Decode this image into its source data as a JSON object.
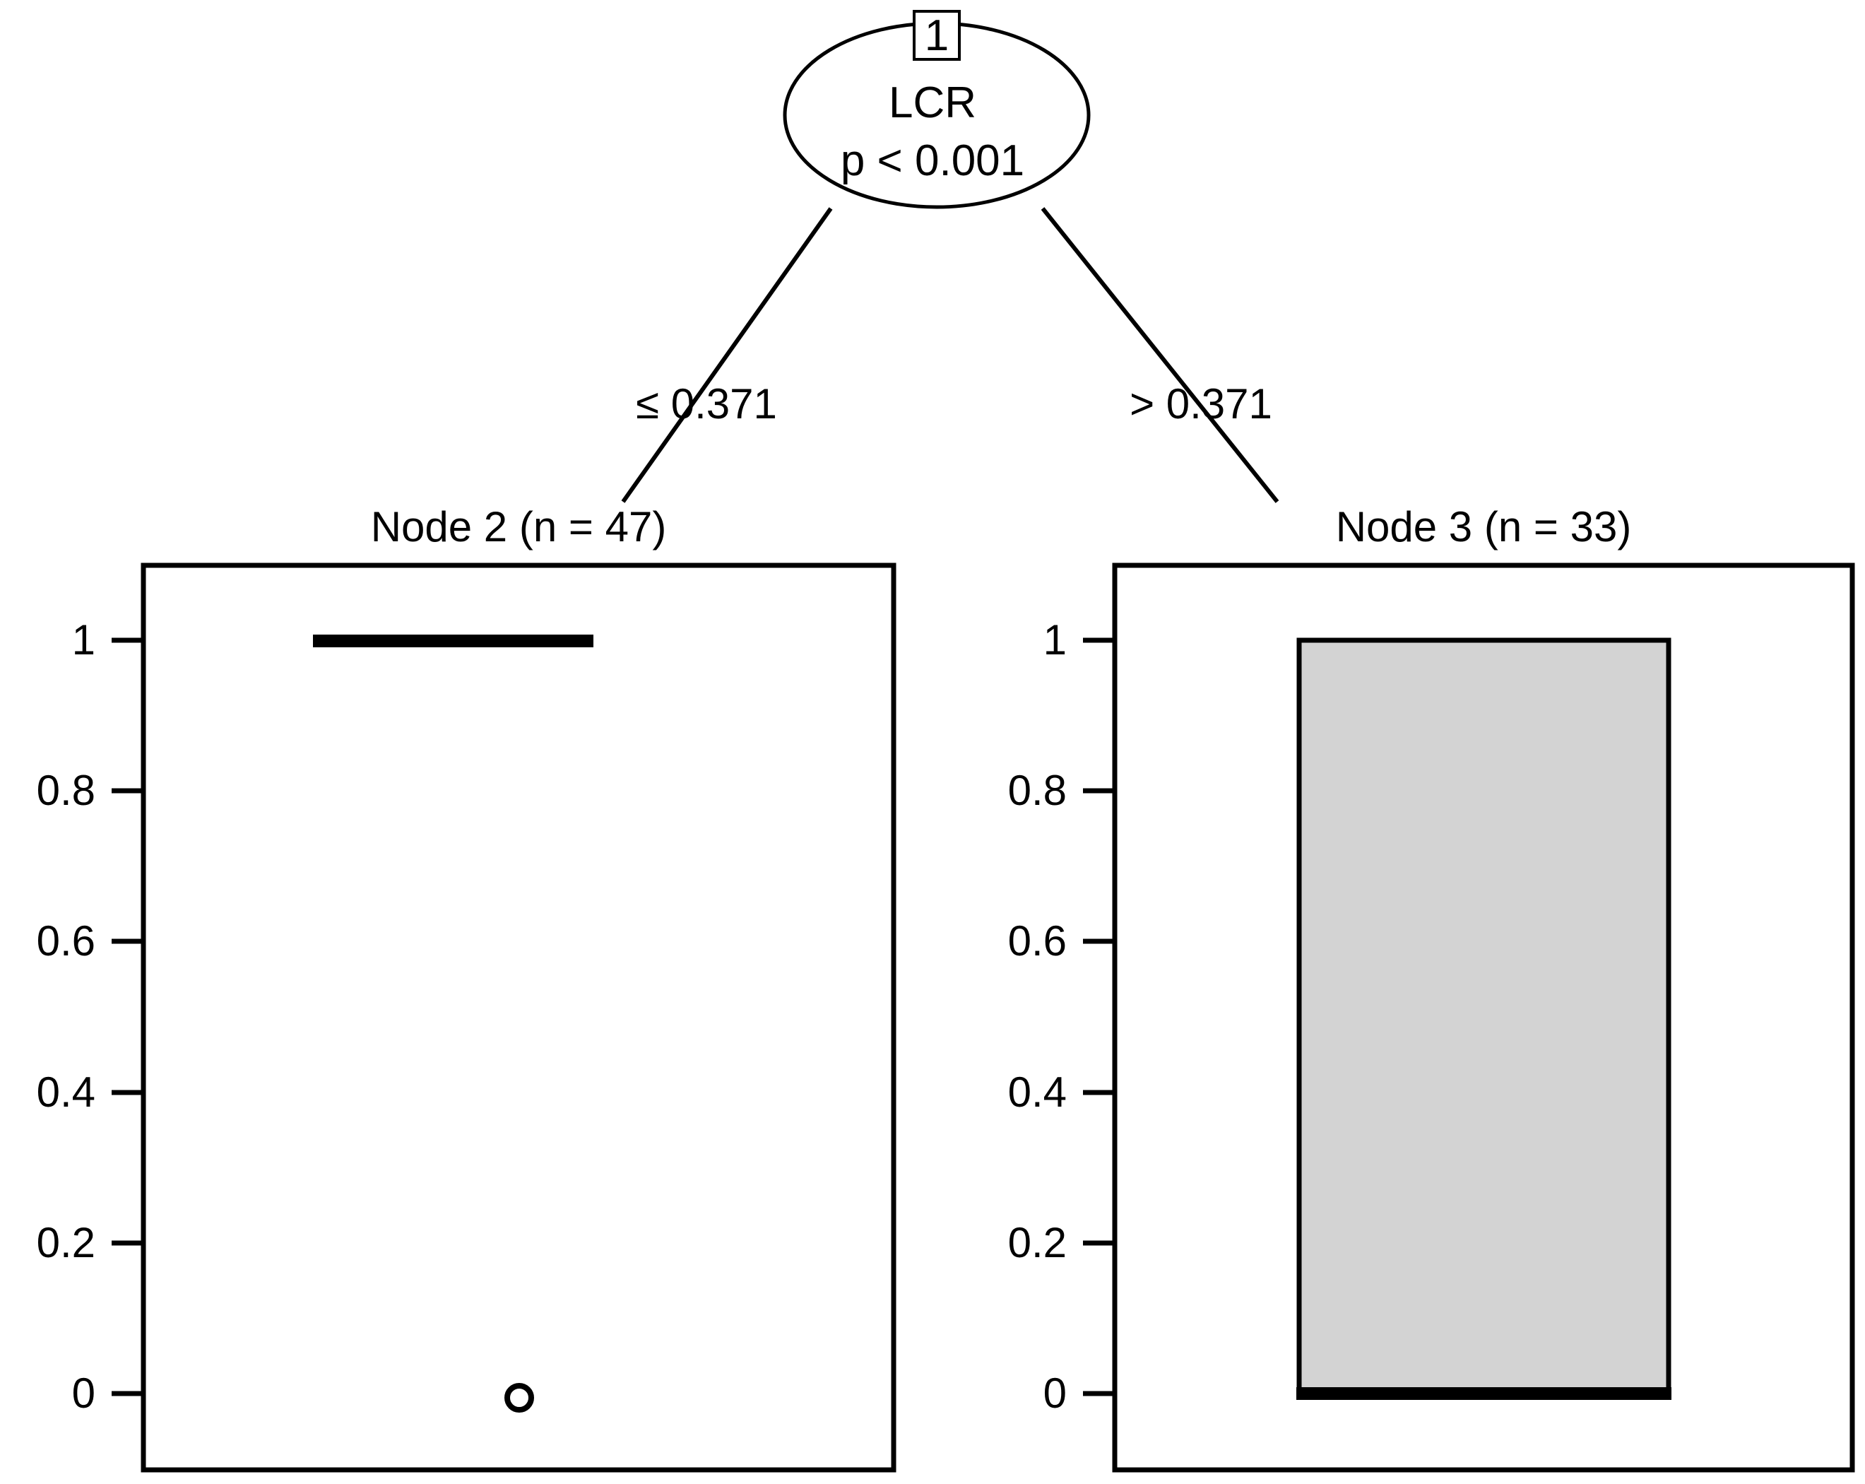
{
  "chart_data": {
    "type": "table",
    "plot_kind": "conditional-inference-decision-tree-with-boxplots",
    "title": "",
    "root": {
      "id": "1",
      "variable": "LCR",
      "p_value_text": "p < 0.001",
      "split_value": 0.371,
      "edges": [
        {
          "label": "≤ 0.371",
          "to_node": "2"
        },
        {
          "label": "> 0.371",
          "to_node": "3"
        }
      ]
    },
    "terminal_nodes": [
      {
        "id": "2",
        "title": "Node 2 (n = 47)",
        "n": 47,
        "panel_type": "boxplot",
        "yaxis": {
          "ticks": [
            "1",
            "0.8",
            "0.6",
            "0.4",
            "0.2",
            "0"
          ],
          "tick_values": [
            1,
            0.8,
            0.6,
            0.4,
            0.2,
            0
          ],
          "ylim": [
            0,
            1
          ]
        },
        "box": {
          "lower_whisker": 1,
          "q1": 1,
          "median": 1,
          "q3": 1,
          "upper_whisker": 1
        },
        "outliers": [
          0
        ]
      },
      {
        "id": "3",
        "title": "Node 3 (n = 33)",
        "n": 33,
        "panel_type": "boxplot",
        "yaxis": {
          "ticks": [
            "1",
            "0.8",
            "0.6",
            "0.4",
            "0.2",
            "0"
          ],
          "tick_values": [
            1,
            0.8,
            0.6,
            0.4,
            0.2,
            0
          ],
          "ylim": [
            0,
            1
          ]
        },
        "box": {
          "lower_whisker": 0,
          "q1": 0,
          "median": 0,
          "q3": 1,
          "upper_whisker": 1
        },
        "outliers": []
      }
    ],
    "colors": {
      "box_fill": "#d3d3d3",
      "stroke": "#000000",
      "background": "#ffffff"
    }
  }
}
